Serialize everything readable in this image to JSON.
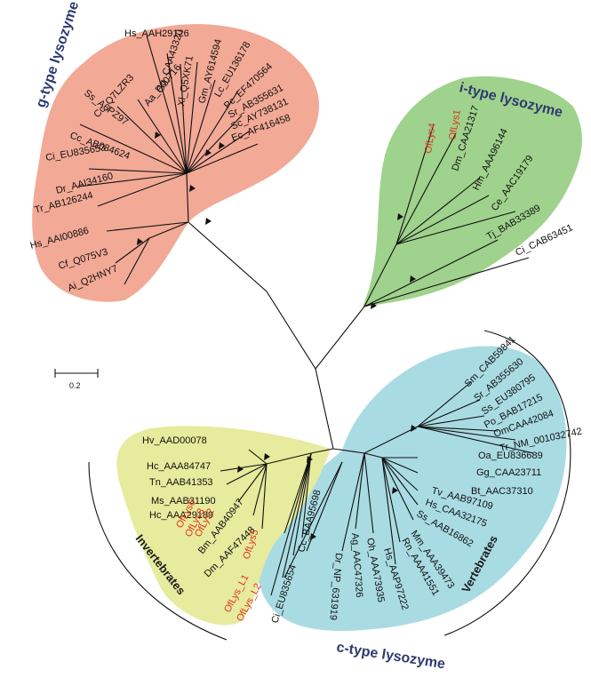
{
  "colors": {
    "g_type": "#f2a996",
    "i_type": "#9fd28c",
    "c_type": "#a9dbe3",
    "invertebrate": "#e6eb9d",
    "title": "#2e3a70",
    "highlight": "#e3301c"
  },
  "clades": {
    "g_type": "g-type lysozyme",
    "i_type": "i-type lysozyme",
    "c_type": "c-type lysozyme",
    "invertebrates": "Invertebrates",
    "vertebrates": "Vertebrates"
  },
  "scale": {
    "label": "0.2"
  },
  "leaves": {
    "g": [
      "Hs_AAH29126",
      "Gg_CAA43320",
      "Aa_P00716",
      "Cc_Q7LZR3",
      "Ss_A6PZ97",
      "Xl_Q5XK71",
      "Gm_AY614594",
      "Lc_EU136178",
      "Pc_EF470564",
      "Sr_AB355631",
      "Sc_AY738131",
      "Ec_AF416458",
      "Cc_AB084624",
      "Ci_EU835653",
      "Dr_AAI34160",
      "Tr_AB126244",
      "Hs_AAI00886",
      "Cf_Q075V3",
      "Ai_Q2HNY7"
    ],
    "i": [
      "OfLys4",
      "OfLys1",
      "Dm_CAA21317",
      "Hm_AAA96144",
      "Ce_AAC19179",
      "Tj_BAB33389",
      "Ci_CAB63451"
    ],
    "c": [
      "Sm_CAB59841",
      "Sr_AB355630",
      "Ss_EU380795",
      "Po_BAB17215",
      "OmCAA42084",
      "Tr_NM_001032742",
      "Oa_EU836689",
      "Gg_CAA23711",
      "Bt_AAC37310",
      "Tv_AAB97109",
      "Hs_CAA32175",
      "Ss_AAB16862",
      "Mm_AAA39473",
      "Rn_AAA41551",
      "Hs_AAP97222",
      "Oh_AAA73935",
      "Ag_AAC47326",
      "Dr_NP_631919",
      "Cc_BAA95698",
      "Ci_EU835654"
    ],
    "inv": [
      "Hv_AAD00078",
      "Hc_AAA84747",
      "Tn_AAB41353",
      "Ms_AAB31190",
      "Hc_AAA29189",
      "OfLys6",
      "OfLys3",
      "OfLys2",
      "Bm_AAB40947",
      "Dm_AAF47448",
      "OfLys5",
      "OfLys_L1",
      "OfLys_L2"
    ]
  }
}
